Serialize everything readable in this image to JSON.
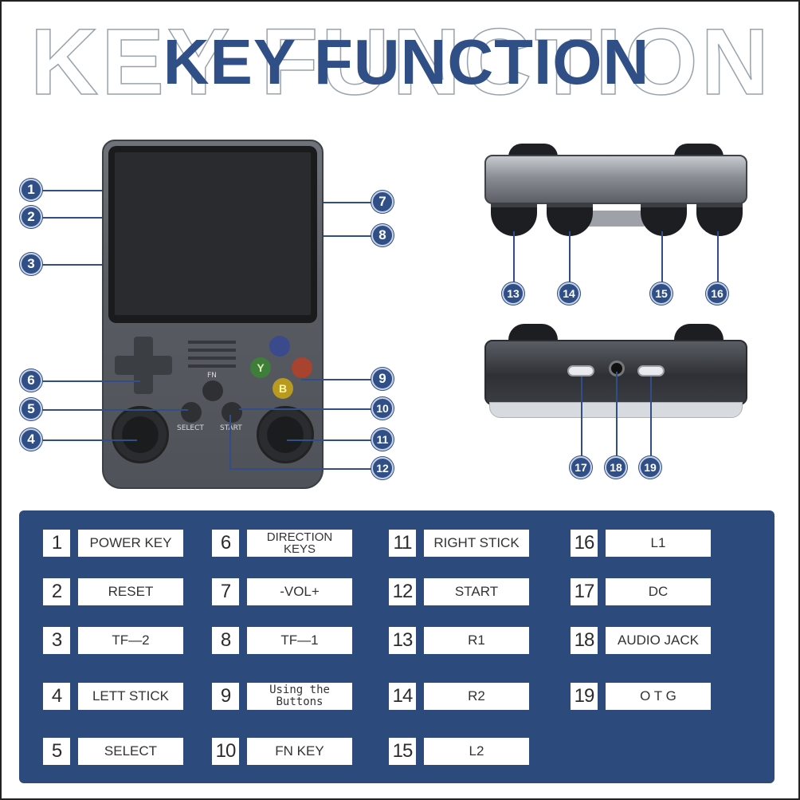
{
  "title": {
    "outline_text": "KEY FUNCTION",
    "main_text": "KEY FUNCTION"
  },
  "device": {
    "labels": {
      "fn": "FN",
      "select": "SELECT",
      "start": "START"
    },
    "face_buttons": {
      "y": "Y",
      "b": "B"
    }
  },
  "callouts": [
    "1",
    "2",
    "3",
    "4",
    "5",
    "6",
    "7",
    "8",
    "9",
    "10",
    "11",
    "12",
    "13",
    "14",
    "15",
    "16",
    "17",
    "18",
    "19"
  ],
  "legend": {
    "col1": [
      {
        "num": "1",
        "label": "POWER KEY"
      },
      {
        "num": "2",
        "label": "RESET"
      },
      {
        "num": "3",
        "label": "TF—2"
      },
      {
        "num": "4",
        "label": "LETT STICK"
      },
      {
        "num": "5",
        "label": "SELECT"
      }
    ],
    "col2": [
      {
        "num": "6",
        "label_line1": "DIRECTION",
        "label_line2": "KEYS"
      },
      {
        "num": "7",
        "label": "-VOL+"
      },
      {
        "num": "8",
        "label": "TF—1"
      },
      {
        "num": "9",
        "label_line1": "Using the",
        "label_line2": "Buttons"
      },
      {
        "num": "10",
        "label": "FN KEY"
      }
    ],
    "col3": [
      {
        "num": "11",
        "label": "RIGHT STICK"
      },
      {
        "num": "12",
        "label": "START"
      },
      {
        "num": "13",
        "label": "R1"
      },
      {
        "num": "14",
        "label": "R2"
      },
      {
        "num": "15",
        "label": "L2"
      }
    ],
    "col4": [
      {
        "num": "16",
        "label": "L1"
      },
      {
        "num": "17",
        "label": "DC"
      },
      {
        "num": "18",
        "label": "AUDIO JACK"
      },
      {
        "num": "19",
        "label": "O T G"
      }
    ]
  },
  "colors": {
    "brand_blue": "#2f4f86",
    "panel_blue": "#2c4a7c"
  }
}
